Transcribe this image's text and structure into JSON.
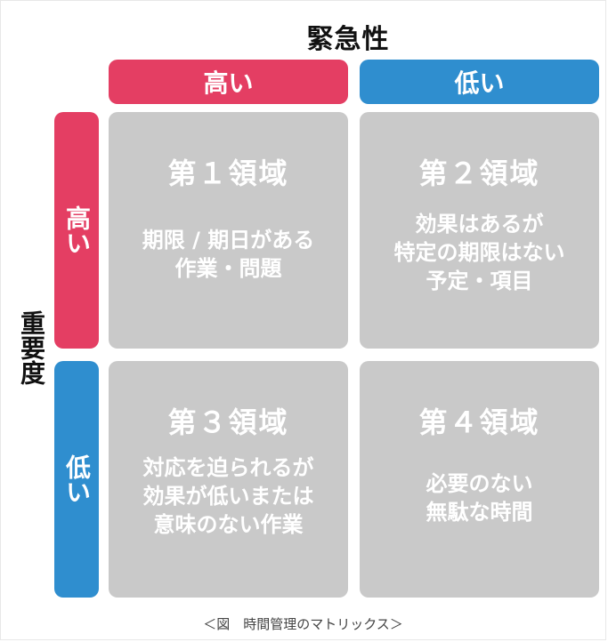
{
  "axes": {
    "urgency_title": "緊急性",
    "importance_title": "重要度"
  },
  "headers": {
    "urgency_high": "高い",
    "urgency_low": "低い",
    "importance_high": "高い",
    "importance_low": "低い"
  },
  "quadrants": [
    {
      "title": "第１領域",
      "desc": "期限 / 期日がある\n作業・問題"
    },
    {
      "title": "第２領域",
      "desc": "効果はあるが\n特定の期限はない\n予定・項目"
    },
    {
      "title": "第３領域",
      "desc": "対応を迫られるが\n効果が低いまたは\n意味のない作業"
    },
    {
      "title": "第４領域",
      "desc": "必要のない\n無駄な時間"
    }
  ],
  "caption": "＜図　時間管理のマトリックス＞",
  "colors": {
    "high": "#e43e63",
    "low": "#2f8ecf",
    "quadrant_bg": "#c9c9c9",
    "quadrant_text": "#ffffff"
  }
}
